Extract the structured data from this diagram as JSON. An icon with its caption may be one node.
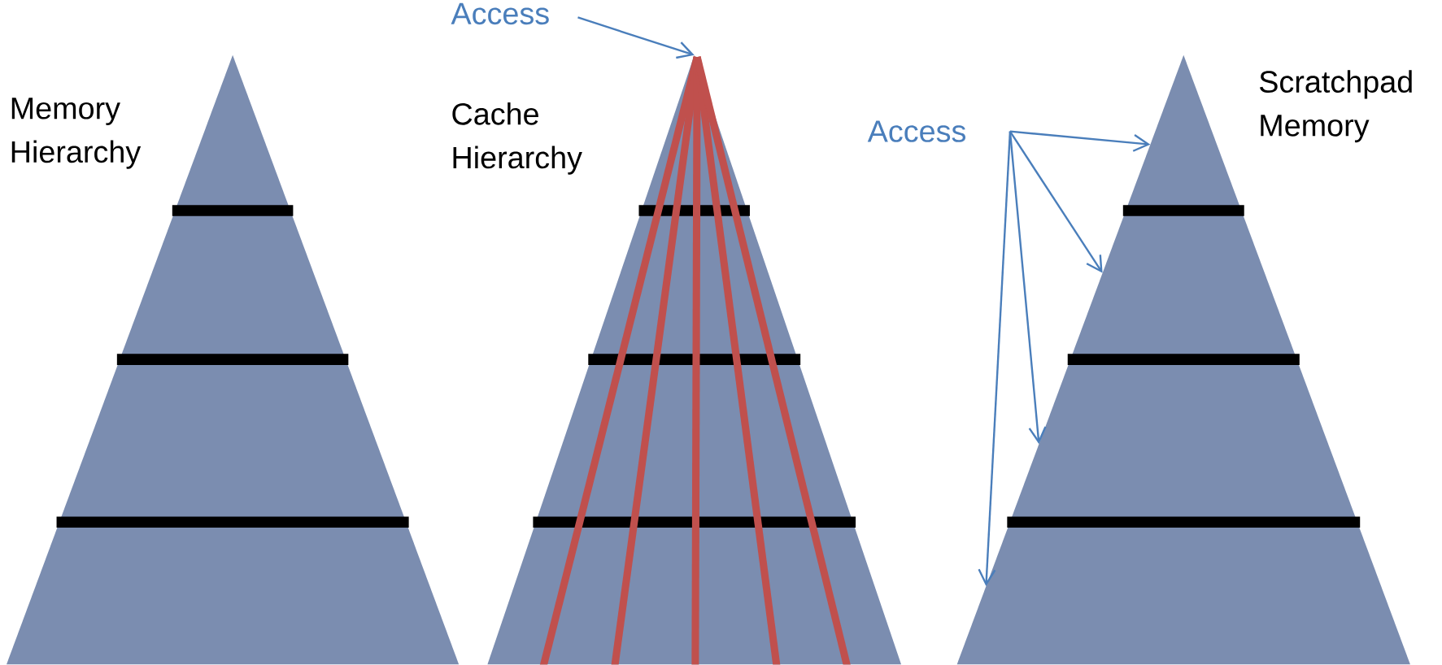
{
  "diagram": {
    "nodes": [
      {
        "text": [],
        "shape": "triangle"
      },
      {
        "text": [],
        "shape": "trapezoid"
      },
      {
        "text": [],
        "shape": "trapezoid"
      },
      {
        "text": [],
        "shape": "trapezoid"
      },
      {
        "text": [],
        "shape": "triangle"
      },
      {
        "text": [],
        "shape": "trapezoid"
      },
      {
        "text": [],
        "shape": "trapezoid"
      },
      {
        "text": [],
        "shape": "trapezoid"
      },
      {
        "text": [
          "Access"
        ]
      },
      {
        "text": [
          "Access"
        ]
      },
      {
        "text": [],
        "shape": "triangle"
      },
      {
        "text": [],
        "shape": "trapezoid"
      },
      {
        "text": [],
        "shape": "trapezoid"
      },
      {
        "text": [],
        "shape": "trapezoid"
      }
    ],
    "edges": [
      {
        "from": 8,
        "to": 4,
        "arrow": "to"
      },
      {
        "from": 9,
        "to": 10,
        "arrow": "to"
      },
      {
        "from": 9,
        "to": 11,
        "arrow": "to"
      },
      {
        "from": 9,
        "to": 12,
        "arrow": "to"
      },
      {
        "from": 9,
        "to": 13,
        "arrow": "to"
      }
    ],
    "labels": [
      "Memory Hierarchy",
      "Cache Hierarchy",
      "Scratchpad Memory"
    ]
  }
}
